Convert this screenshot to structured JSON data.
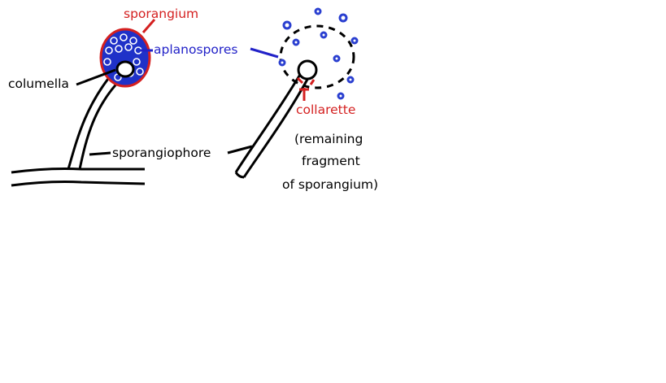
{
  "labels": {
    "sporangium": "sporangium",
    "aplanospores": "aplanospores",
    "columella": "columella",
    "sporangiophore": "sporangiophore",
    "collarette": "collarette",
    "remaining_line1": "(remaining",
    "remaining_line2": "fragment",
    "remaining_line3": "of sporangium)"
  },
  "colors": {
    "sporangium_label": "#d42020",
    "aplanospore_label": "#2121c8",
    "spore_fill": "#2a3fd0",
    "outline": "#000000"
  }
}
